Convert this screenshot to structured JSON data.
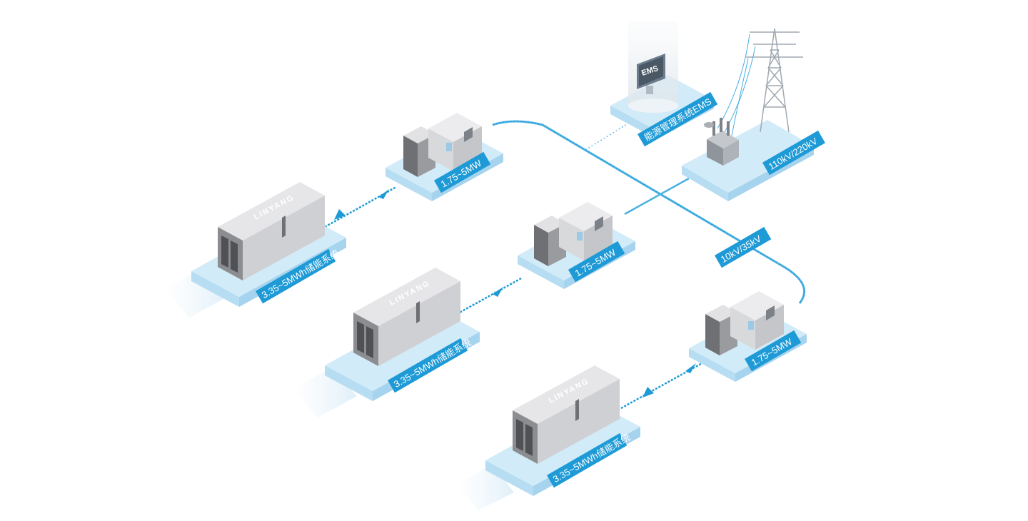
{
  "nodes": {
    "ems": {
      "label": "能源管理系统EMS",
      "screen_text": "EMS"
    },
    "grid": {
      "label": "110kV/220kV"
    },
    "bus": {
      "label": "10kV/35kV"
    },
    "pcs_1": {
      "label": "1.75~5MW"
    },
    "pcs_2": {
      "label": "1.75~5MW"
    },
    "pcs_3": {
      "label": "1.75~5MW"
    },
    "storage_1": {
      "label": "3.35~5MWh储能系统",
      "brand": "LINYANG"
    },
    "storage_2": {
      "label": "3.35~5MWh储能系统",
      "brand": "LINYANG"
    },
    "storage_3": {
      "label": "3.35~5MWh储能系统",
      "brand": "LINYANG"
    }
  },
  "colors": {
    "accent": "#1e9ad6",
    "platform_top": "#d2ebf8",
    "platform_side": "#b7ddf2",
    "cabinet_light": "#e2e2e4",
    "cabinet_dark": "#8c8d90"
  }
}
